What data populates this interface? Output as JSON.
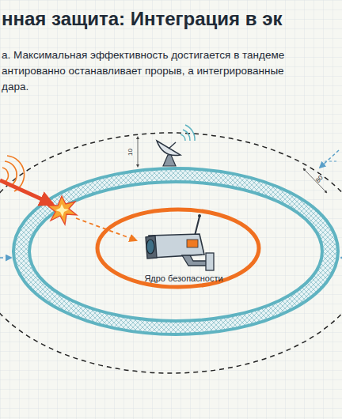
{
  "diagram": {
    "title": "нная защита: Интеграция в эк",
    "nodes": [
      {
        "text": [
          "Ядро безопасности"
        ]
      }
    ],
    "labels": [
      "а. Максимальная эффективность достигается в тандеме",
      "антированно останавливает прорыв, а интегрированные",
      "дара.",
      "10",
      "80"
    ]
  }
}
